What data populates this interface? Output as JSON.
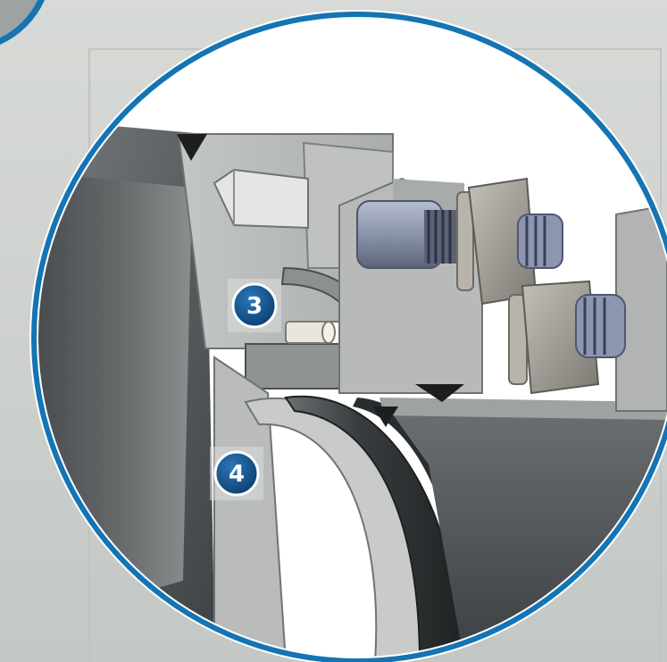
{
  "callouts": [
    {
      "id": "3",
      "label": "3"
    },
    {
      "id": "4",
      "label": "4"
    }
  ],
  "colors": {
    "background": "#cfd3cf",
    "frame_ring": "#1474b4",
    "callout_fill": "#0f4d86",
    "callout_border": "#ffffff",
    "metal_light": "#c9cbc9",
    "metal_mid": "#9ea2a0",
    "metal_dark": "#4d5152",
    "bolt_blue": "#8f98ad"
  }
}
